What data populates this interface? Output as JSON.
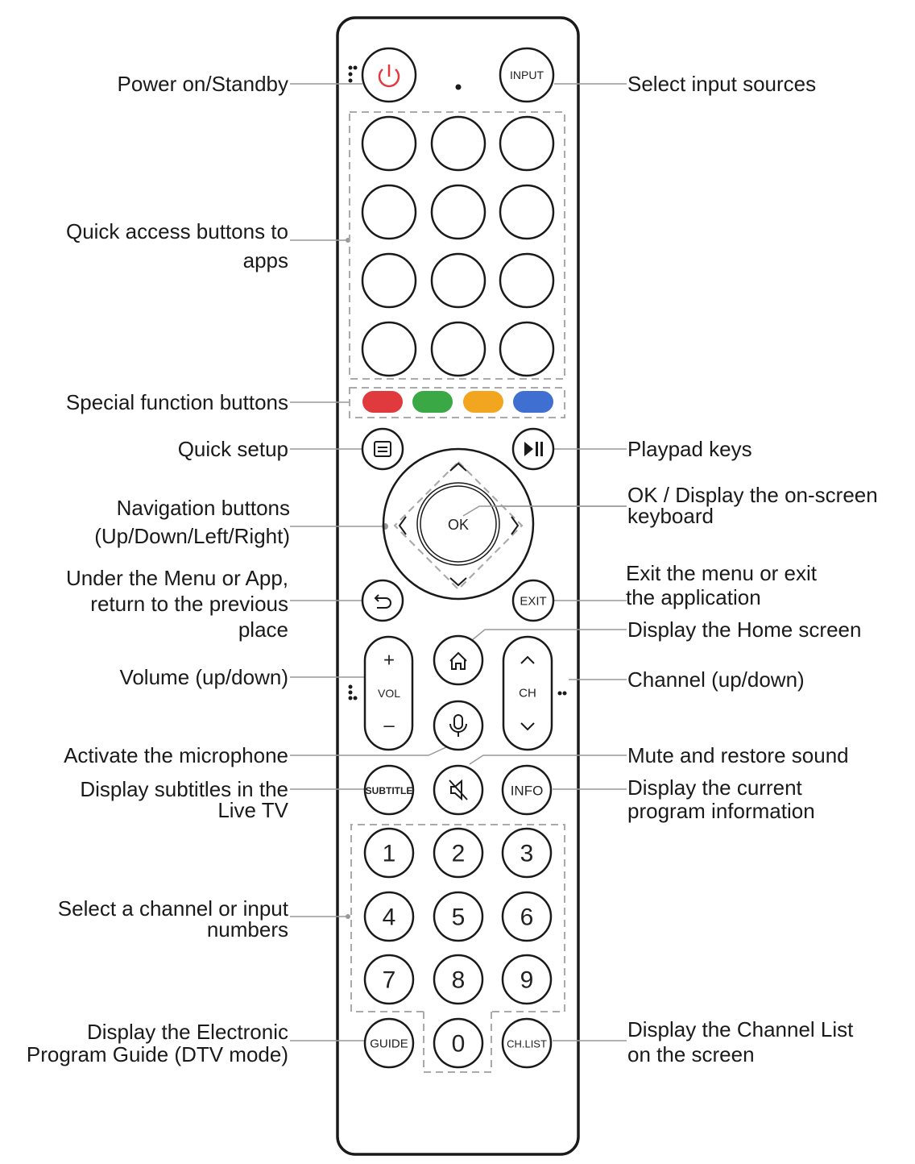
{
  "left_labels": {
    "power": [
      "Power on/Standby"
    ],
    "quick_access": [
      "Quick access buttons to",
      "apps"
    ],
    "special": [
      "Special function buttons"
    ],
    "quick_setup": [
      "Quick setup"
    ],
    "navigation": [
      "Navigation buttons",
      "(Up/Down/Left/Right)"
    ],
    "back": [
      "Under the Menu or App,",
      "return to the previous",
      "place"
    ],
    "volume": [
      "Volume (up/down)"
    ],
    "mic": [
      "Activate the microphone"
    ],
    "subtitle": [
      "Display subtitles in the",
      "Live TV"
    ],
    "numbers": [
      "Select a channel or input",
      "numbers"
    ],
    "guide": [
      "Display the Electronic",
      "Program Guide (DTV mode)"
    ]
  },
  "right_labels": {
    "input": [
      "Select input sources"
    ],
    "playpad": [
      "Playpad keys"
    ],
    "ok": [
      "OK / Display the on-screen",
      "keyboard"
    ],
    "exit": [
      "Exit the menu or exit",
      "the application"
    ],
    "home": [
      "Display the Home screen"
    ],
    "channel": [
      "Channel (up/down)"
    ],
    "mute": [
      "Mute and restore sound"
    ],
    "info": [
      "Display the current",
      "program information"
    ],
    "chlist": [
      "Display the Channel List",
      "on the screen"
    ]
  },
  "buttons": {
    "input": "INPUT",
    "ok": "OK",
    "exit": "EXIT",
    "vol": "VOL",
    "vol_plus": "+",
    "vol_minus": "–",
    "ch": "CH",
    "subtitle": "SUBTITLE",
    "info": "INFO",
    "guide": "GUIDE",
    "chlist": "CH.LIST",
    "digits": [
      "1",
      "2",
      "3",
      "4",
      "5",
      "6",
      "7",
      "8",
      "9",
      "0"
    ]
  },
  "colors": {
    "power": "#e03a3e",
    "red": "#e03a3e",
    "green": "#3aa845",
    "yellow": "#f2a51e",
    "blue": "#3f6fd1"
  }
}
